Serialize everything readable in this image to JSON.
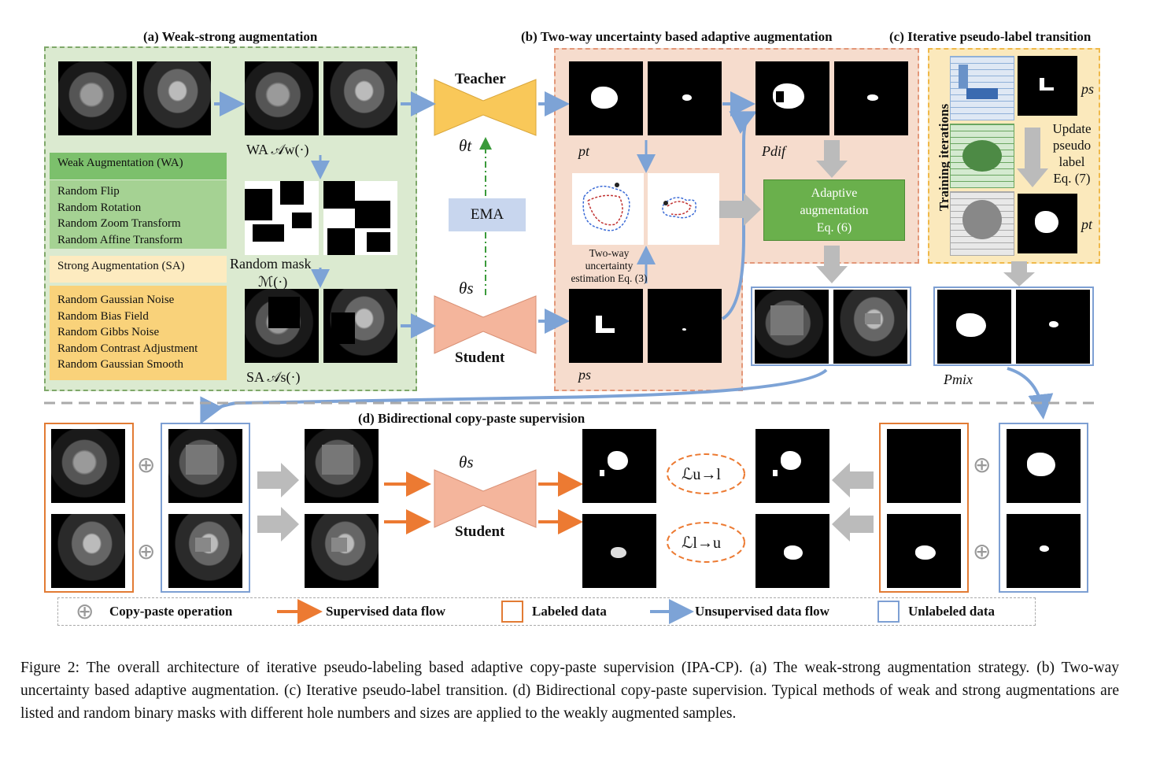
{
  "panels": {
    "a_title": "(a) Weak-strong augmentation",
    "b_title": "(b) Two-way uncertainty based adaptive augmentation",
    "c_title": "(c) Iterative pseudo-label transition",
    "d_title": "(d) Bidirectional copy-paste supervision"
  },
  "labels": {
    "wa": "WA 𝒜w(·)",
    "sa": "SA 𝒜s(·)",
    "random_mask": "Random mask",
    "mask_fn": "ℳ(·)",
    "teacher": "Teacher",
    "theta_t": "θt",
    "ema": "EMA",
    "theta_s": "θs",
    "student": "Student",
    "pt": "pt",
    "ps": "ps",
    "pdif": "Pdif",
    "pmix": "Pmix",
    "two_way": "Two-way uncertainty estimation Eq. (3)",
    "adaptive": [
      "Adaptive",
      "augmentation",
      "Eq. (6)"
    ],
    "update": [
      "Update",
      "pseudo",
      "label",
      "Eq. (7)"
    ],
    "training_iter": "Training iterations",
    "ps_c": "ps",
    "pt_c": "pt",
    "theta_s2": "θs",
    "student2": "Student",
    "loss_ul": "ℒu→l",
    "loss_lu": "ℒl→u"
  },
  "weak_aug": {
    "title": "Weak Augmentation (WA)",
    "items": [
      "Random Flip",
      "Random Rotation",
      "Random Zoom Transform",
      "Random Affine Transform"
    ]
  },
  "strong_aug": {
    "title": "Strong Augmentation (SA)",
    "items": [
      "Random Gaussian Noise",
      "Random Bias Field",
      "Random Gibbs Noise",
      "Random Contrast Adjustment",
      "Random Gaussian Smooth"
    ]
  },
  "legend": {
    "copy_paste": "Copy-paste operation",
    "supervised": "Supervised data flow",
    "labeled": "Labeled data",
    "unsupervised": "Unsupervised data flow",
    "unlabeled": "Unlabeled data"
  },
  "caption": "Figure 2: The overall architecture of iterative pseudo-labeling based adaptive copy-paste supervision (IPA-CP). (a) The weak-strong augmentation strategy. (b) Two-way uncertainty based adaptive augmentation. (c) Iterative pseudo-label transition. (d) Bidirectional copy-paste supervision. Typical methods of weak and strong augmentations are listed and random binary masks with different hole numbers and sizes are applied to the weakly augmented samples.",
  "colors": {
    "panel_a_bg": "#dbead0",
    "panel_b_bg": "#f6dccd",
    "panel_c_bg": "#fbe9bc",
    "teacher": "#f9c859",
    "student": "#f4b59c",
    "supervised_arrow": "#ec7a32",
    "unsupervised_arrow": "#7da3d6",
    "labeled_frame": "#e27b34",
    "unlabeled_frame": "#7d9fd3"
  }
}
